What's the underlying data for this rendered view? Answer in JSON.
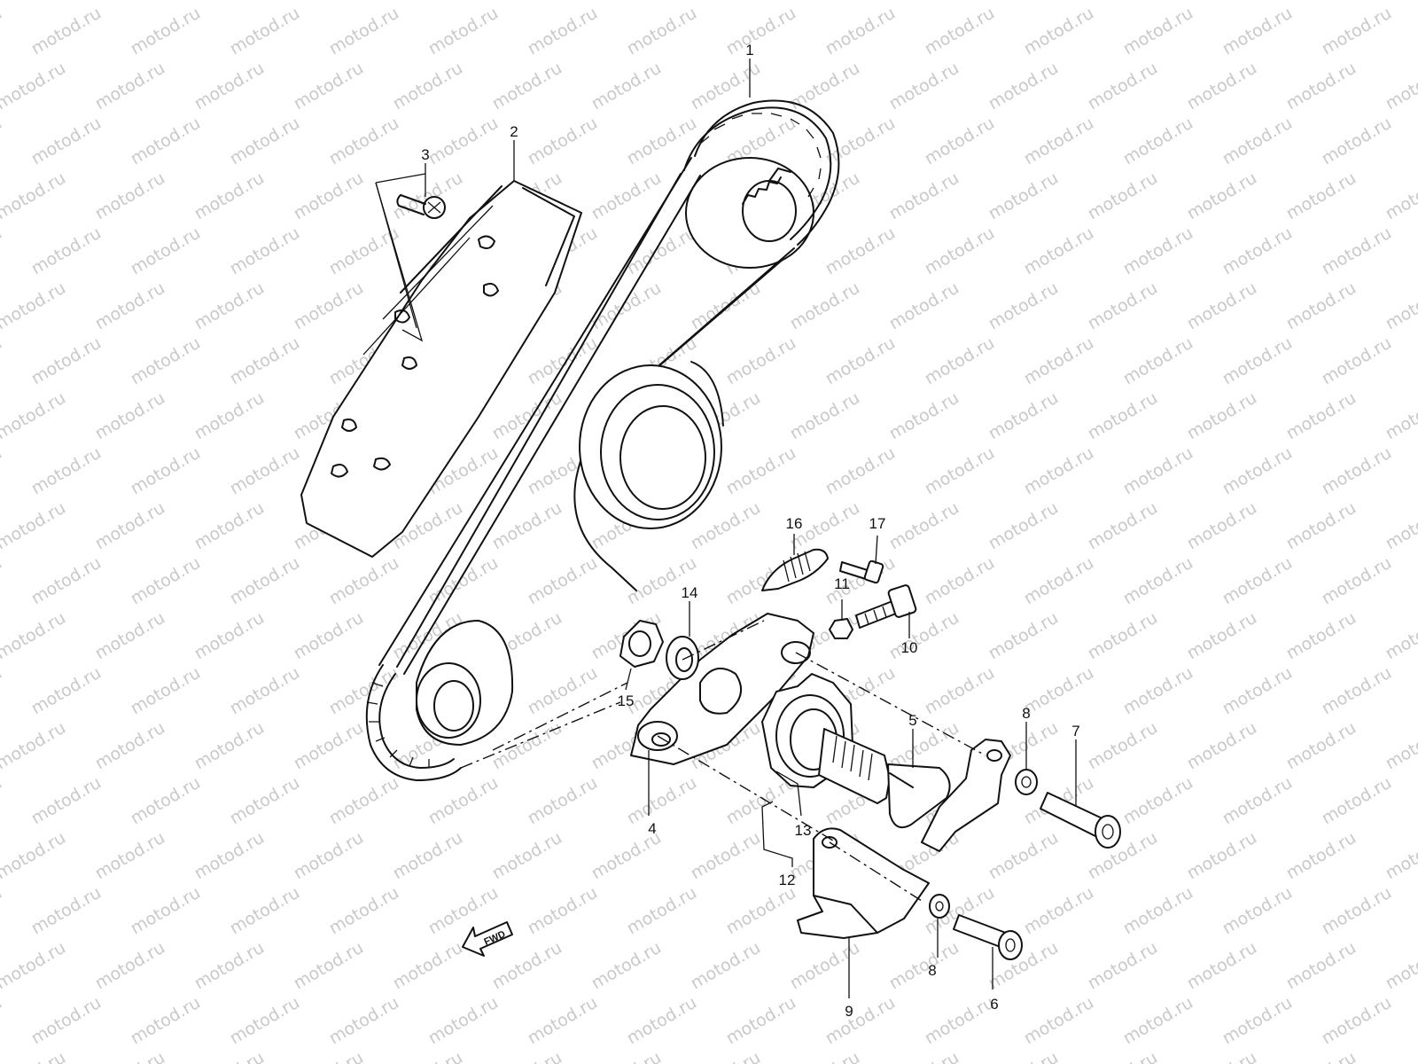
{
  "watermark": "motod.ru",
  "fwd_label": "FWD",
  "callouts": [
    {
      "id": "c1",
      "label": "1"
    },
    {
      "id": "c2",
      "label": "2"
    },
    {
      "id": "c3",
      "label": "3"
    },
    {
      "id": "c4",
      "label": "4"
    },
    {
      "id": "c5",
      "label": "5"
    },
    {
      "id": "c6",
      "label": "6"
    },
    {
      "id": "c7",
      "label": "7"
    },
    {
      "id": "c8a",
      "label": "8"
    },
    {
      "id": "c8b",
      "label": "8"
    },
    {
      "id": "c9",
      "label": "9"
    },
    {
      "id": "c10",
      "label": "10"
    },
    {
      "id": "c11",
      "label": "11"
    },
    {
      "id": "c12",
      "label": "12"
    },
    {
      "id": "c13",
      "label": "13"
    },
    {
      "id": "c14",
      "label": "14"
    },
    {
      "id": "c15",
      "label": "15"
    },
    {
      "id": "c16",
      "label": "16"
    },
    {
      "id": "c17",
      "label": "17"
    }
  ]
}
